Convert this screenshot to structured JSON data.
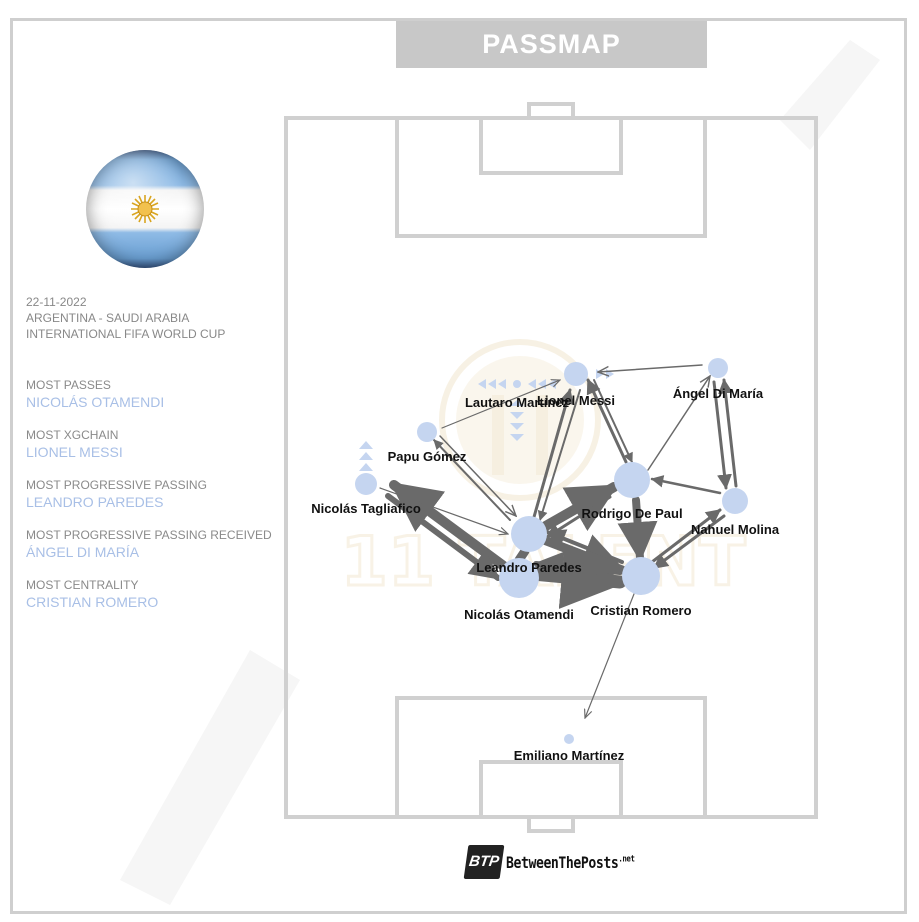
{
  "title": "PASSMAP",
  "match": {
    "date": "22-11-2022",
    "teams": "ARGENTINA - SAUDI ARABIA",
    "competition": "INTERNATIONAL FIFA WORLD CUP"
  },
  "stats": [
    {
      "label": "MOST PASSES",
      "value": "NICOLÁS OTAMENDI"
    },
    {
      "label": "MOST XGCHAIN",
      "value": "LIONEL MESSI"
    },
    {
      "label": "MOST PROGRESSIVE PASSING",
      "value": "LEANDRO PAREDES"
    },
    {
      "label": "MOST PROGRESSIVE PASSING RECEIVED",
      "value": "ÁNGEL DI MARÍA"
    },
    {
      "label": "MOST CENTRALITY",
      "value": "CRISTIAN ROMERO"
    }
  ],
  "watermark": "11 TALENT",
  "logo": {
    "badge": "BTP",
    "text": "BetweenThePosts",
    "suffix": ".net"
  },
  "colors": {
    "node": "#c5d5f0",
    "edge": "#6a6a6a",
    "pitch_line": "#d0d0d0",
    "accent": "#a8bfe6"
  },
  "players": [
    {
      "name": "Lionel Messi",
      "size": 12
    },
    {
      "name": "Lautaro Martínez",
      "size": 4
    },
    {
      "name": "Ángel Di María",
      "size": 10
    },
    {
      "name": "Papu Gómez",
      "size": 10
    },
    {
      "name": "Nicolás Tagliafico",
      "size": 11
    },
    {
      "name": "Rodrigo De Paul",
      "size": 18
    },
    {
      "name": "Nahuel Molina",
      "size": 13
    },
    {
      "name": "Leandro Paredes",
      "size": 18
    },
    {
      "name": "Nicolás Otamendi",
      "size": 20
    },
    {
      "name": "Cristian Romero",
      "size": 19
    },
    {
      "name": "Emiliano Martínez",
      "size": 5
    }
  ]
}
